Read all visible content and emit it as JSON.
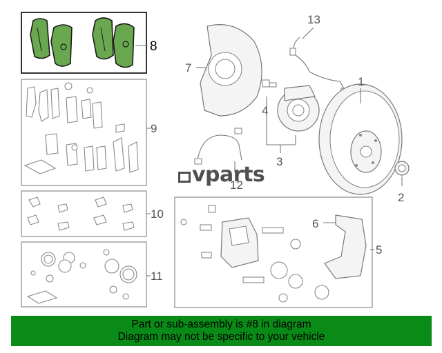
{
  "callouts": {
    "c1": "1",
    "c2": "2",
    "c3": "3",
    "c4": "4",
    "c5": "5",
    "c6": "6",
    "c7": "7",
    "c8": "8",
    "c9": "9",
    "c10": "10",
    "c11": "11",
    "c12": "12",
    "c13": "13"
  },
  "highlighted_callout": "8",
  "watermark": {
    "logo_text": "vparts"
  },
  "banner": {
    "line1": "Part or sub-assembly is #8 in diagram",
    "line2": "Diagram may not be specific to your vehicle",
    "background": "#0a8a17"
  },
  "colors": {
    "highlight_part": "#6aa84f",
    "line_art": "#777777"
  }
}
